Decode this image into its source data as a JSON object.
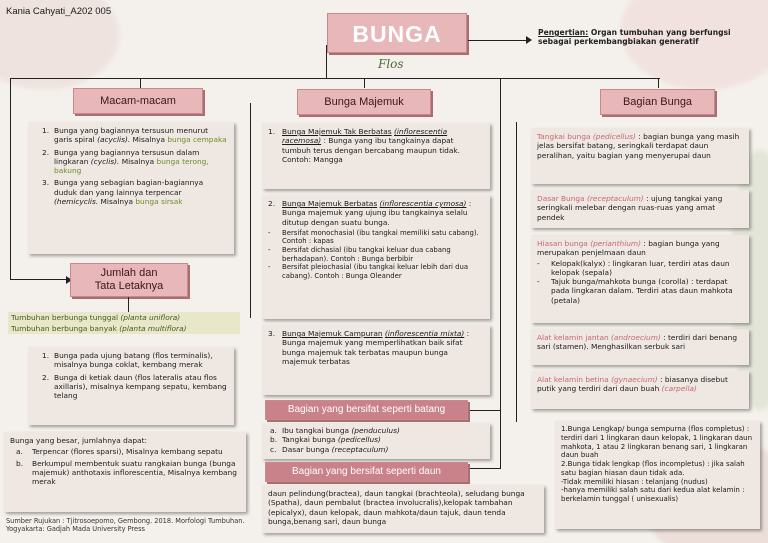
{
  "author": "Kania Cahyati_A202 005",
  "title": "BUNGA",
  "subtitle": "Flos",
  "definition": {
    "label": "Pengertian:",
    "text": " Organ tumbuhan yang berfungsi sebagai perkembangbiakan generatif"
  },
  "macam": {
    "heading": "Macam-macam",
    "items": [
      {
        "num": "1.",
        "text": "Bunga yang bagiannya tersusun menurut garis spiral ",
        "term": "(acyclis).",
        "ex_pre": " Misalnya ",
        "ex": "bunga cempaka"
      },
      {
        "num": "2.",
        "text": "Bunga yang bagiannya tersusun dalam lingkaran ",
        "term": "(cyclis).",
        "ex_pre": " Misalnya ",
        "ex": "bunga terong, bakung"
      },
      {
        "num": "3.",
        "text": "Bunga yang sebagian bagian-bagiannya duduk dan yang lainnya terpencar ",
        "term": "(hemicyclis.",
        "ex_pre": " Misalnya ",
        "ex": "bunga sirsak"
      }
    ]
  },
  "jumlah": {
    "heading_1": "Jumlah dan",
    "heading_2": "Tata Letaknya",
    "tunggal": "Tumbuhan berbunga tunggal ",
    "tunggal_term": "(planta uniflora)",
    "banyak": "Tumbuhan berbunga banyak ",
    "banyak_term": "(planta multiflora)",
    "items": [
      {
        "num": "1.",
        "text": "Bunga pada ujung batang (flos terminalis), misalnya bunga coklat, kembang merak"
      },
      {
        "num": "2.",
        "text": "Bunga di ketiak daun (flos lateralis atau flos axillaris), misalnya kempang sepatu, kembang telang"
      }
    ],
    "besar_intro": "Bunga yang besar, jumlahnya dapat:",
    "besar_items": [
      {
        "num": "a.",
        "text": "Terpencar (flores sparsi), Misalnya kembang sepatu"
      },
      {
        "num": "b.",
        "text": "Berkumpul membentuk suatu rangkaian bunga (bunga majemuk) anthotaxis inflorescentia, Misalnya kembang merak"
      }
    ]
  },
  "majemuk": {
    "heading": "Bunga Majemuk",
    "card1": {
      "num": "1.",
      "title": "Bunga Majemuk Tak Berbatas",
      "term": "(inflorescentia racemosa)",
      "text": " : Bunga yang ibu tangkainya dapat tumbuh terus dengan bercabang maupun tidak. Contoh: Mangga"
    },
    "card2": {
      "num": "2.",
      "title": "Bunga Majemuk Berbatas",
      "term": "(inflorescentia cymosa)",
      "text": " : Bunga majemuk yang ujung ibu tangkainya selalu ditutup dengan suatu bunga.",
      "bullets": [
        "Bersifat monochasial (ibu tangkai memiliki satu cabang). Contoh : kapas",
        "Bersifat dichasial (ibu tangkai keluar dua cabang berhadapan). Contoh : Bunga berbibir",
        "Bersifat pleiochasial (ibu tangkai keluar lebih dari dua cabang). Contoh : Bunga Oleander"
      ]
    },
    "card3": {
      "num": "3.",
      "title": "Bunga Majemuk Campuran",
      "term": "(inflorescentia mixta)",
      "text": " : Bunga majemuk yang memperlihatkan baik sifat bunga majemuk tak terbatas maupun bunga majemuk terbatas"
    }
  },
  "batang": {
    "heading": "Bagian yang bersifat seperti batang",
    "items": [
      {
        "num": "a.",
        "text": "Ibu tangkai bunga ",
        "term": "(penduculus)"
      },
      {
        "num": "b.",
        "text": "Tangkai bunga ",
        "term": "(pedicellus)"
      },
      {
        "num": "c.",
        "text": "Dasar bunga ",
        "term": "(receptaculum)"
      }
    ]
  },
  "daun": {
    "heading": "Bagian yang bersifat seperti daun",
    "text": "daun pelindung(bractea), daun tangkai (brachteola), seludang bunga (Spatha), daun pembalut (bractea involucralis),kelopak tambahan (epicalyx), daun kelopak, daun mahkota/daun tajuk, daun tenda bunga,benang sari, daun bunga"
  },
  "bagian": {
    "heading": "Bagian Bunga",
    "tangkai_label": "Tangkai bunga ",
    "tangkai_term": "(pedicellus)",
    "tangkai_text": " : bagian bunga yang masih jelas bersifat batang, seringkali terdapat daun peralihan, yaitu bagian yang menyerupai daun",
    "dasar_label": "Dasar Bunga ",
    "dasar_term": "(receptaculum)",
    "dasar_text": " : ujung tangkai yang seringkali melebar dengan ruas-ruas yang amat pendek",
    "hiasan_label": "Hiasan bunga ",
    "hiasan_term": "(perianthium)",
    "hiasan_text": " : bagian bunga yang merupakan penjelmaan daun",
    "hiasan_items": [
      "Kelopak(kalyx) : lingkaran luar, terdiri atas daun kelopak (sepala)",
      "Tajuk bunga/mahkota bunga (corolla) : terdapat pada lingkaran dalam. Terdiri atas daun mahkota (petala)"
    ],
    "jantan_label": "Alat kelamin jantan ",
    "jantan_term": "(androecium)",
    "jantan_text": " : terdiri dari benang sari (stamen). Menghasilkan serbuk sari",
    "betina_label": "Alat kelamin betina ",
    "betina_term": "(gynaecium)",
    "betina_text": " : biasanya disebut putik yang terdiri dari daun buah ",
    "betina_term2": "(carpella)",
    "lengkap_text": "1.Bunga Lengkap/ bunga sempurna (flos completus) : terdiri dari 1 lingkaran daun kelopak, 1 lingkaran daun mahkota, 1 atau 2 lingkaran benang sari, 1 lingkaran daun buah",
    "tidak_text": "2.Bunga tidak lengkap (flos incompletus) : jika salah satu bagian hiasan daun tidak ada.",
    "tidak_items": [
      "-Tidak memiliki hiasan : telanjang (nudus)",
      "-hanya memiliki salah satu dari kedua alat kelamin : berkelamin tunggal ( unisexualis)"
    ]
  },
  "source": "Sumber Rujukan : Tjitrosoepomo, Gembong. 2018. Morfologi Tumbuhan. Yogyakarta: Gadjah Mada University Press",
  "colors": {
    "heading_bg": "#e8b7b9",
    "card_bg": "#efe7e1",
    "accent_pink": "#c26a72",
    "accent_green": "#6c8f2c"
  }
}
